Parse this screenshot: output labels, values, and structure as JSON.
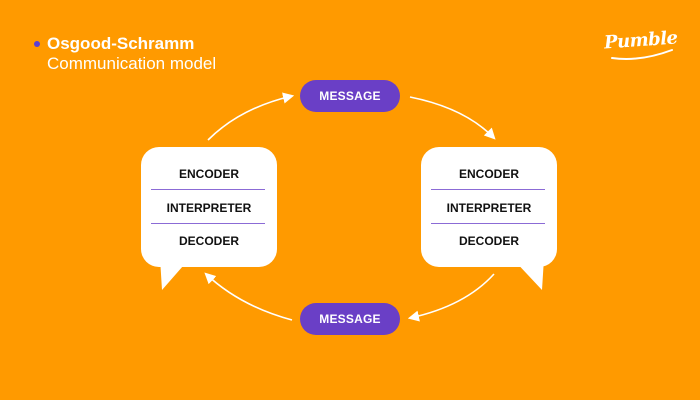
{
  "title": "Osgood-Schramm",
  "subtitle": "Communication model",
  "logo_text": "Pumble",
  "colors": {
    "background": "#FF9A00",
    "pill": "#6A3FC6",
    "bullet": "#5B3FD4",
    "divider": "#8B6BD6",
    "card": "#FFFFFF"
  },
  "messages": {
    "top": "MESSAGE",
    "bottom": "MESSAGE"
  },
  "participants": [
    {
      "encoder": "ENCODER",
      "interpreter": "INTERPRETER",
      "decoder": "DECODER"
    },
    {
      "encoder": "ENCODER",
      "interpreter": "INTERPRETER",
      "decoder": "DECODER"
    }
  ]
}
